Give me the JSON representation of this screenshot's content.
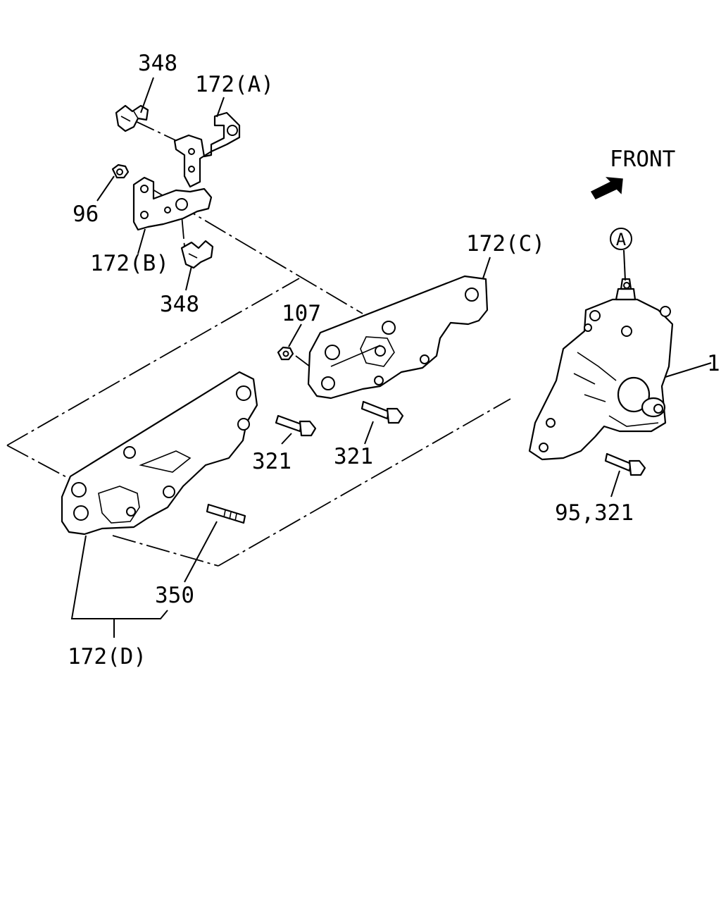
{
  "direction": {
    "label": "FRONT",
    "icon": "front-arrow-icon"
  },
  "callouts": [
    {
      "id": "348-top",
      "text": "348"
    },
    {
      "id": "172a",
      "text": "172(A)"
    },
    {
      "id": "96",
      "text": "96"
    },
    {
      "id": "172b",
      "text": "172(B)"
    },
    {
      "id": "348-bottom",
      "text": "348"
    },
    {
      "id": "172c",
      "text": "172(C)"
    },
    {
      "id": "107",
      "text": "107"
    },
    {
      "id": "321-left",
      "text": "321"
    },
    {
      "id": "321-mid",
      "text": "321"
    },
    {
      "id": "95-321",
      "text": "95,321"
    },
    {
      "id": "350",
      "text": "350"
    },
    {
      "id": "172d",
      "text": "172(D)"
    },
    {
      "id": "1",
      "text": "1"
    }
  ],
  "reference_marker": {
    "text": "A"
  }
}
